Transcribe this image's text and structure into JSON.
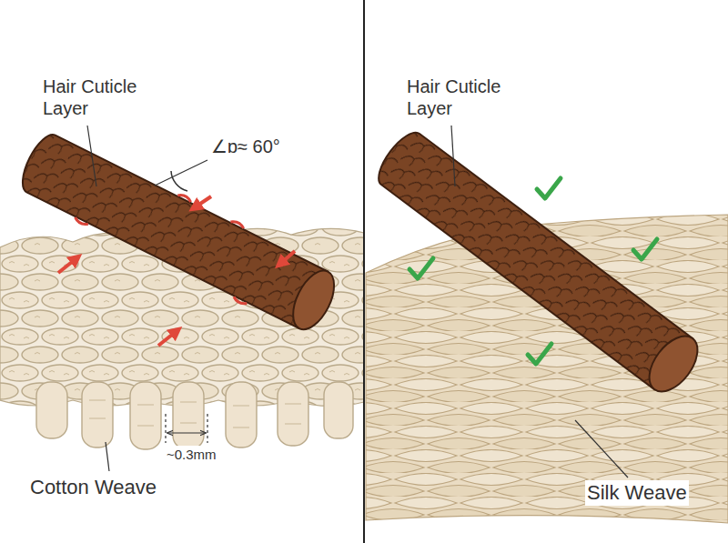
{
  "diagram": {
    "labels": [
      "Hair Cuticle Layer",
      "∠ɒ≈ 60°",
      "~0.3mm",
      "Cotton Weave",
      "Hair Cuticle Layer",
      "Silk Weave"
    ]
  }
}
